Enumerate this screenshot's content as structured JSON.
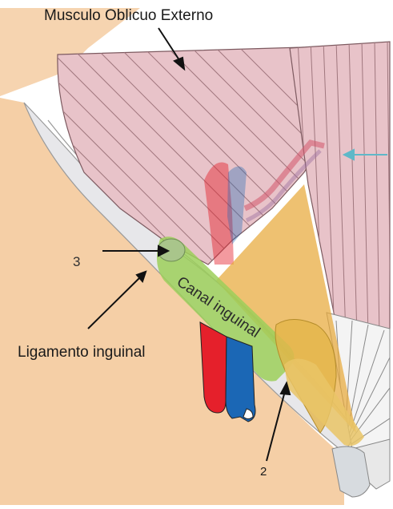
{
  "diagram": {
    "labels": {
      "title": "Musculo Oblicuo Externo",
      "canal": "Canal inguinal",
      "ligament": "Ligamento inguinal",
      "marker_3": "3",
      "marker_2": "2"
    },
    "colors": {
      "skin": "#f5cfa6",
      "muscle": "#e8c3c9",
      "muscle_fiber": "#a0777e",
      "aponeurosis": "#e7e7ea",
      "triangle": "#e8a93a",
      "canal": "#9ccf5a",
      "artery": "#e5202b",
      "vein": "#1b67b5",
      "pointer_arrow": "#5fb8c8",
      "label_arrow": "#111111"
    }
  }
}
